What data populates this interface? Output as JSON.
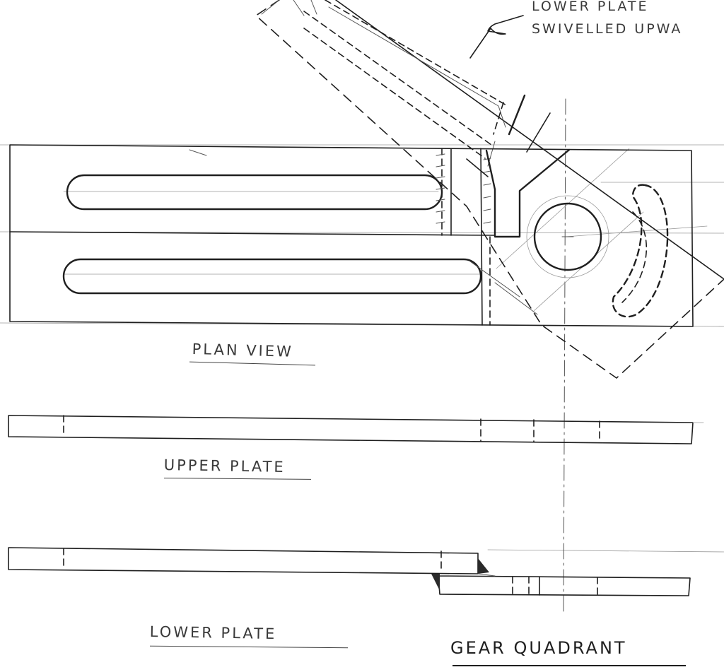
{
  "labels": {
    "note_line1": "LOWER PLATE",
    "note_line2": "SWIVELLED UPWA",
    "plan_view": "PLAN VIEW",
    "upper_plate": "UPPER PLATE",
    "lower_plate": "LOWER PLATE",
    "gear_quadrant": "GEAR QUADRANT"
  },
  "colors": {
    "ink": "#1f1f1f",
    "paper": "#ffffff"
  }
}
